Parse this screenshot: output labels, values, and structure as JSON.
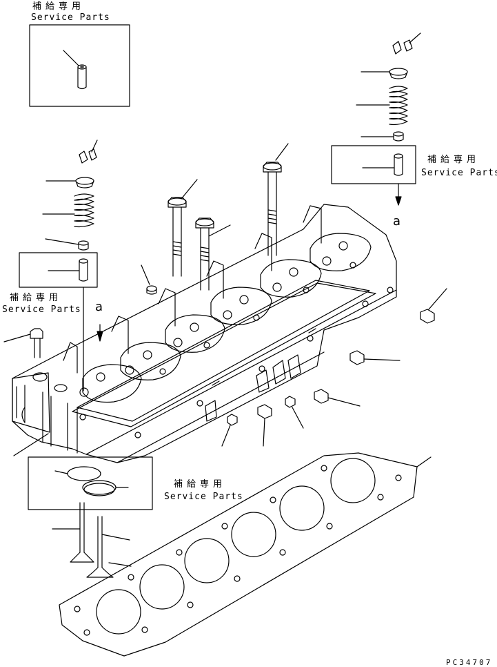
{
  "service_labels": [
    {
      "jp": "補給専用",
      "en": "Service Parts"
    },
    {
      "jp": "補給専用",
      "en": "Service Parts"
    },
    {
      "jp": "補給専用",
      "en": "Service Parts"
    },
    {
      "jp": "補給専用",
      "en": "Service Parts"
    }
  ],
  "callouts": {
    "a_right": "a",
    "a_left": "a"
  },
  "drawing_code": "PC34707"
}
